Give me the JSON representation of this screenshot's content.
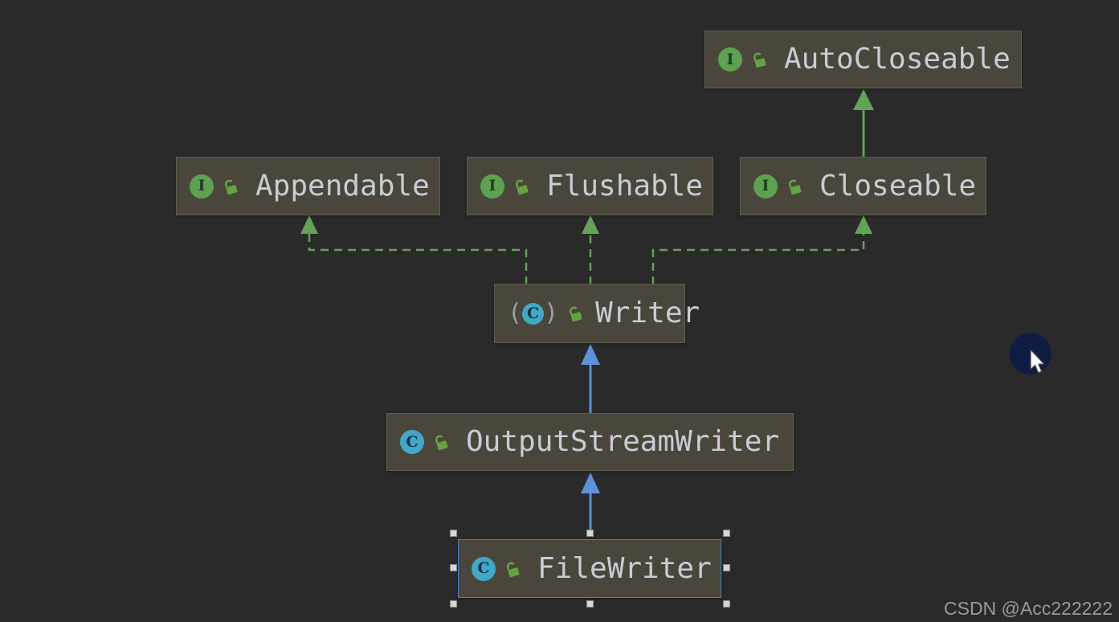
{
  "colors": {
    "canvas_bg": "#2a2a2a",
    "node_bg": "#4a463b",
    "node_border": "#615d51",
    "selection_blue": "#477fd1",
    "edge_green": "#62a356",
    "edge_blue": "#5a93d9",
    "interface_icon_green": "#5da151",
    "class_icon_teal": "#41a8c7",
    "lock_green": "#63a341",
    "label_text": "#c7cdd5"
  },
  "icons": {
    "interface_letter": "I",
    "class_letter": "C",
    "abstract_paren_open": "(",
    "abstract_paren_close": ")",
    "visibility": "public-open-lock"
  },
  "diagram": {
    "nodes": [
      {
        "id": "AutoCloseable",
        "label": "AutoCloseable",
        "kind": "interface",
        "visibility": "public",
        "selected": false
      },
      {
        "id": "Appendable",
        "label": "Appendable",
        "kind": "interface",
        "visibility": "public",
        "selected": false
      },
      {
        "id": "Flushable",
        "label": "Flushable",
        "kind": "interface",
        "visibility": "public",
        "selected": false
      },
      {
        "id": "Closeable",
        "label": "Closeable",
        "kind": "interface",
        "visibility": "public",
        "selected": false
      },
      {
        "id": "Writer",
        "label": "Writer",
        "kind": "abstract-class",
        "visibility": "public",
        "selected": false
      },
      {
        "id": "OutputStreamWriter",
        "label": "OutputStreamWriter",
        "kind": "class",
        "visibility": "public",
        "selected": false
      },
      {
        "id": "FileWriter",
        "label": "FileWriter",
        "kind": "class",
        "visibility": "public",
        "selected": true
      }
    ],
    "edges": [
      {
        "from": "Closeable",
        "to": "AutoCloseable",
        "relation": "extends",
        "style": "solid-green"
      },
      {
        "from": "Writer",
        "to": "Appendable",
        "relation": "implements",
        "style": "dashed-green"
      },
      {
        "from": "Writer",
        "to": "Flushable",
        "relation": "implements",
        "style": "dashed-green"
      },
      {
        "from": "Writer",
        "to": "Closeable",
        "relation": "implements",
        "style": "dashed-green"
      },
      {
        "from": "OutputStreamWriter",
        "to": "Writer",
        "relation": "extends",
        "style": "solid-blue"
      },
      {
        "from": "FileWriter",
        "to": "OutputStreamWriter",
        "relation": "extends",
        "style": "solid-blue"
      }
    ]
  },
  "watermark": {
    "text": "CSDN @Acc222222"
  }
}
